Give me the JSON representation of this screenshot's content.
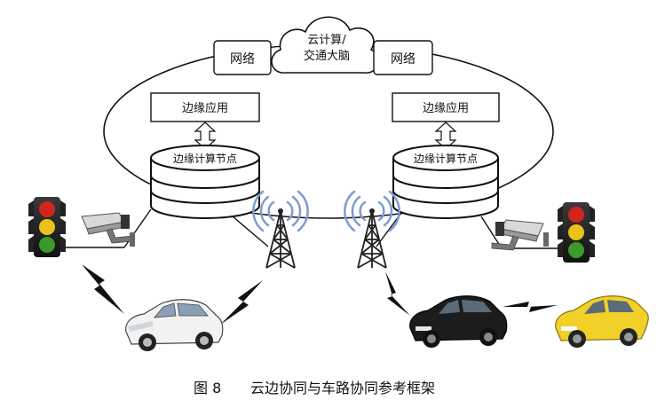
{
  "cloud": {
    "line1": "云计算/",
    "line2": "交通大脑"
  },
  "network": {
    "left": "网络",
    "right": "网络"
  },
  "edge_app": {
    "left": "边缘应用",
    "right": "边缘应用"
  },
  "edge_node": {
    "left": "边缘计算节点",
    "right": "边缘计算节点"
  },
  "caption": {
    "figure": "图 8",
    "title": "云边协同与车路协同参考框架"
  },
  "colors": {
    "traffic_red": "#d0251c",
    "traffic_yellow": "#e8c21a",
    "traffic_green": "#3a9a2a",
    "car_white": "#f2f2f2",
    "car_black": "#1c1c1c",
    "car_yellow": "#f1d028",
    "signal_wave": "#7d9bd2",
    "lightning": "#111111"
  },
  "icons": [
    "traffic-light-icon",
    "camera-icon",
    "antenna-tower-icon",
    "car-icon",
    "lightning-icon"
  ]
}
